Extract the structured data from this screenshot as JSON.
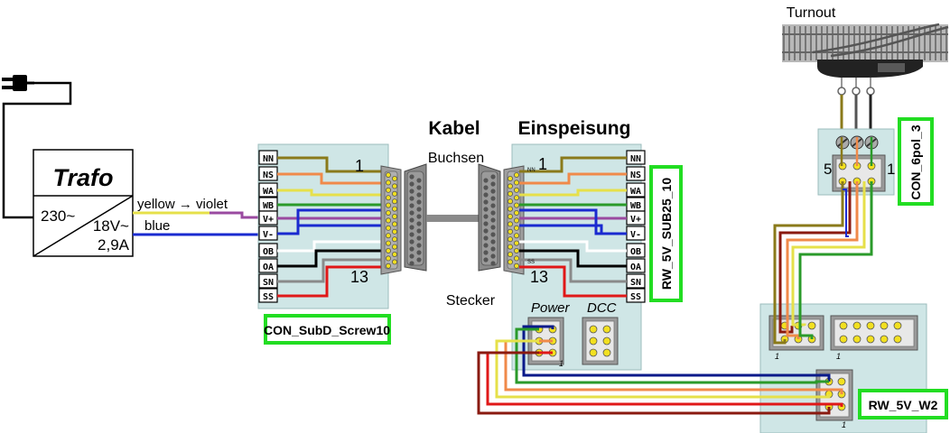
{
  "colors": {
    "board_fill": "#cfe6e6",
    "board_stroke": "#9bbcbc",
    "green_label": "#22dd22",
    "olive": "#8a7a1a",
    "yellow": "#e6e04a",
    "violet": "#9a4aa0",
    "blue": "#1a2ad0",
    "black": "#000000",
    "gray": "#8a8a8a",
    "red": "#e01818",
    "orange": "#f08a4a",
    "green": "#2a9a2a",
    "darkred": "#8a1a10",
    "navy": "#0a1a8a",
    "pin_yellow": "#f2e020"
  },
  "trafo": {
    "title": "Trafo",
    "input": "230~",
    "output_v": "18V~",
    "output_a": "2,9A"
  },
  "wire_labels": {
    "yellow_violet": "yellow → violet",
    "blue": "blue"
  },
  "screw_terminal": {
    "pins": [
      "NN",
      "NS",
      "WA",
      "WB",
      "V+",
      "V-",
      "OB",
      "OA",
      "SN",
      "SS"
    ],
    "num_top": "1",
    "num_bottom": "13",
    "label": "CON_SubD_Screw10"
  },
  "cable": {
    "heading": "Kabel",
    "female": "Buchsen",
    "male": "Stecker"
  },
  "einspeisung": {
    "heading": "Einspeisung",
    "pins": [
      "NN",
      "NS",
      "WA",
      "WB",
      "V+",
      "V-",
      "OB",
      "OA",
      "SN",
      "SS"
    ],
    "num_top": "1",
    "num_bottom": "13",
    "small_nn": "NN",
    "small_ss": "SS",
    "power": "Power",
    "dcc": "DCC",
    "label": "RW_5V_SUB25_10"
  },
  "turnout": {
    "title": "Turnout",
    "connector_label": "CON_6pol_3",
    "pin_left": "5",
    "pin_right": "1"
  },
  "w2": {
    "label": "RW_5V_W2",
    "one_a": "1",
    "one_b": "1",
    "one_c": "1"
  }
}
